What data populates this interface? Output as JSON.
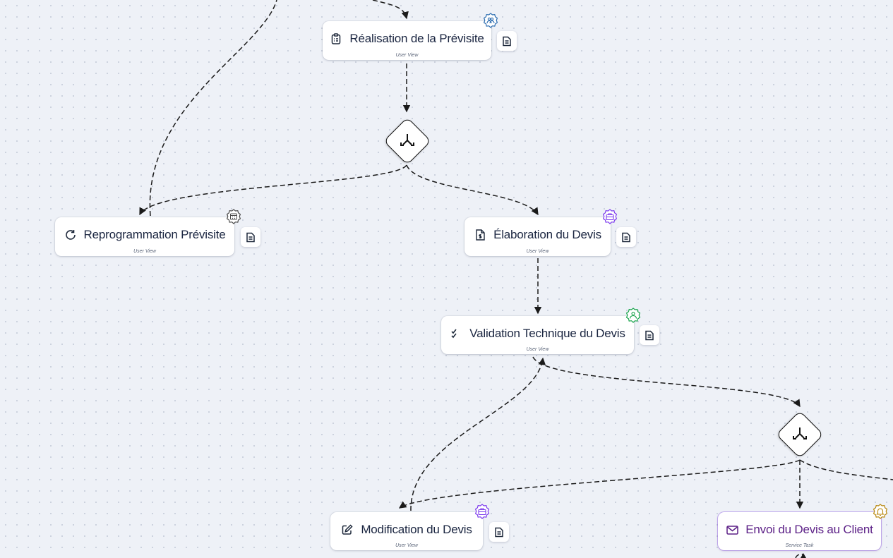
{
  "nodes": {
    "realisation": {
      "title": "Réalisation de la Prévisite",
      "type": "User View",
      "icon": "clipboard-list-icon",
      "badge": "people-icon"
    },
    "reprogrammation": {
      "title": "Reprogrammation Prévisite",
      "type": "User View",
      "icon": "refresh-icon",
      "badge": "calendar-icon"
    },
    "elaboration": {
      "title": "Élaboration du Devis",
      "type": "User View",
      "icon": "file-dollar-icon",
      "badge": "briefcase-icon"
    },
    "validation": {
      "title": "Validation Technique du Devis",
      "type": "User View",
      "icon": "check-list-icon",
      "badge": "user-check-icon"
    },
    "modification": {
      "title": "Modification du Devis",
      "type": "User View",
      "icon": "pencil-square-icon",
      "badge": "briefcase-icon"
    },
    "envoi": {
      "title": "Envoi du Devis au Client",
      "type": "Service Task",
      "icon": "mail-icon",
      "badge": "bell-icon"
    }
  },
  "gateways": [
    "split-gateway",
    "split-gateway"
  ],
  "colors": {
    "badge_blue": "#2b6cb0",
    "badge_gray": "#4a4a4a",
    "badge_purple": "#7c3aed",
    "badge_green": "#16a34a",
    "badge_gold": "#b7860b",
    "service_text": "#5b1f86",
    "edge": "#1a1a1a"
  }
}
